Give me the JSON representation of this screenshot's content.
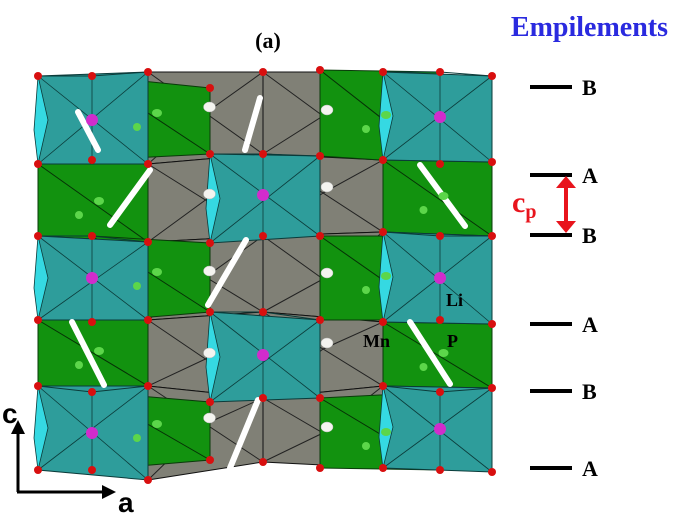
{
  "panel_label": "(a)",
  "title": "Empilements",
  "title_color": "#2a2adf",
  "stacking": {
    "layers": [
      "B",
      "A",
      "B",
      "A",
      "B",
      "A"
    ],
    "spacing_symbol": "c",
    "spacing_subscript": "p",
    "arrow_color": "#e8141c"
  },
  "atom_labels": {
    "li": "Li",
    "mn": "Mn",
    "p": "P"
  },
  "axes": {
    "vertical": "c",
    "horizontal": "a"
  },
  "colors": {
    "li_octahedron": "#2e9d9b",
    "li_octahedron_side": "#35d9e2",
    "mn_polyhedron": "#808076",
    "p_tetrahedron": "#12920f",
    "oxygen": "#d80f0f",
    "li_atom": "#d12ccc",
    "mn_atom": "#f4f4f0",
    "p_atom": "#5cd64a"
  },
  "icons": {
    "axis_arrow": "arrow-icon"
  }
}
